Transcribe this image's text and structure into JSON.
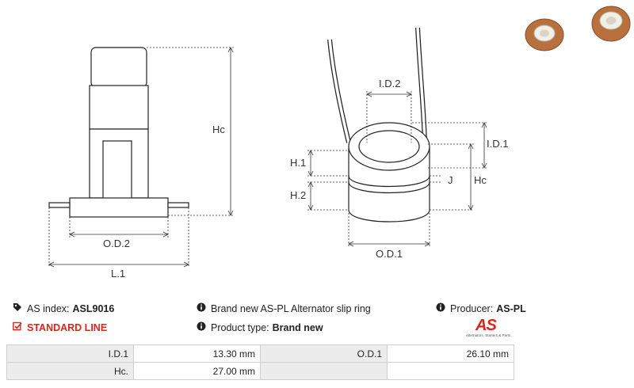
{
  "drawing": {
    "labels": {
      "hc_left": "Hc",
      "od2": "O.D.2",
      "l1": "L.1",
      "id2": "I.D.2",
      "id1": "I.D.1",
      "h1": "H.1",
      "h2": "H.2",
      "j": "J",
      "hc_right": "Hc",
      "od1": "O.D.1"
    }
  },
  "info": {
    "as_index_label": "AS index:",
    "as_index_value": "ASL9016",
    "description": "Brand new AS-PL Alternator slip ring",
    "producer_label": "Producer:",
    "producer_value": "AS-PL",
    "standard_line": "STANDARD LINE",
    "product_type_label": "Product type:",
    "product_type_value": "Brand new"
  },
  "logo": {
    "mark": "AS",
    "tagline": "Alternators, Starters & Parts"
  },
  "specs": {
    "rows": [
      [
        "I.D.1",
        "13.30 mm",
        "O.D.1",
        "26.10 mm"
      ],
      [
        "Hc.",
        "27.00 mm",
        "",
        ""
      ]
    ]
  },
  "colors": {
    "accent": "#e2231a",
    "table_label_bg": "#ececec",
    "copper": "#b8703c"
  },
  "icons": [
    "tag-icon",
    "info-icon",
    "checkbox-icon"
  ]
}
